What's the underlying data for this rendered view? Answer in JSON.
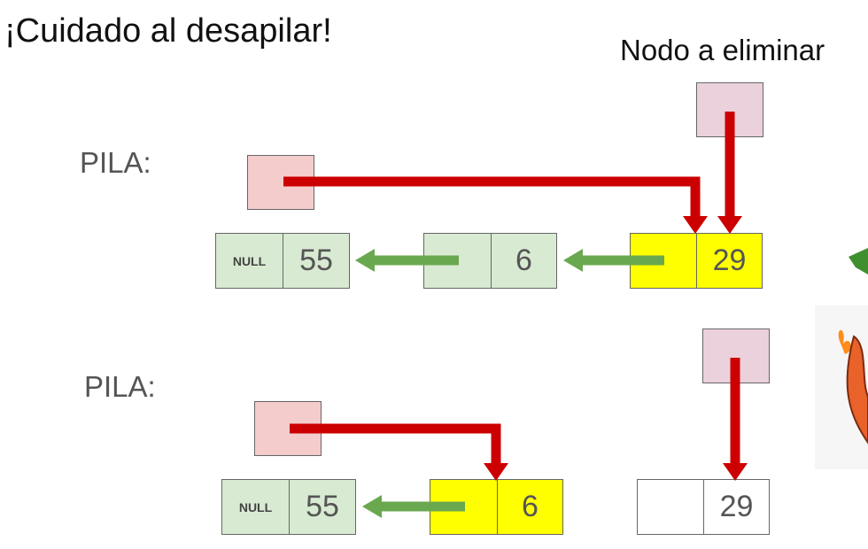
{
  "title": "¡Cuidado al desapilar!",
  "caption": "Nodo a eliminar",
  "diagrams": [
    {
      "label": "PILA:",
      "nodes": [
        {
          "left": "NULL",
          "right": "55"
        },
        {
          "left": "",
          "right": "6"
        },
        {
          "left": "",
          "right": "29"
        }
      ]
    },
    {
      "label": "PILA:",
      "nodes": [
        {
          "left": "NULL",
          "right": "55"
        },
        {
          "left": "",
          "right": "6"
        },
        {
          "left": "",
          "right": "29"
        }
      ]
    }
  ],
  "colors": {
    "pointer_arrow": "#cc0000",
    "link_arrow": "#6aa84f",
    "node_fill": "#d9ead3",
    "top_node_fill": "#ffff00",
    "pointer_box_fill": "#f4cccc",
    "deleted_pointer_fill": "#ead1dc"
  }
}
